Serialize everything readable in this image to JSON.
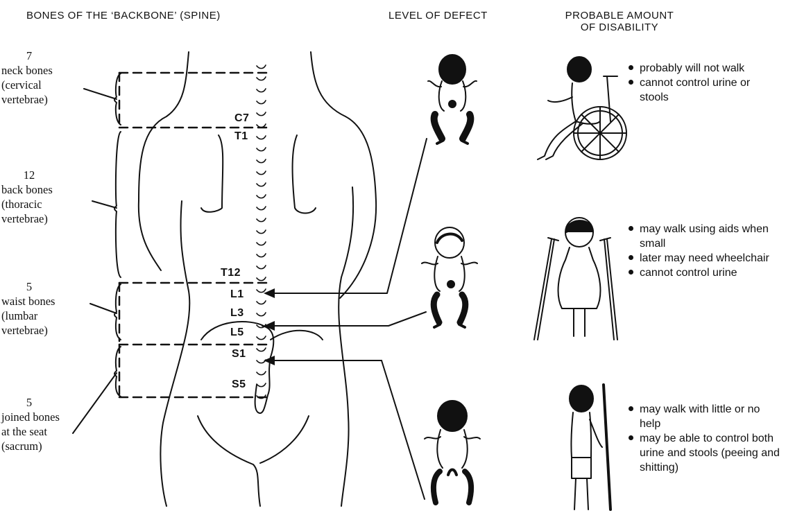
{
  "headers": {
    "bones": "BONES OF THE ‘BACKBONE’ (SPINE)",
    "level": "LEVEL OF DEFECT",
    "disability_line1": "PROBABLE AMOUNT",
    "disability_line2": "OF DISABILITY"
  },
  "spine_regions": [
    {
      "count": "7",
      "lines": [
        "neck bones",
        "(cervical",
        "vertebrae)"
      ]
    },
    {
      "count": "12",
      "lines": [
        "back bones",
        "(thoracic",
        "vertebrae)"
      ]
    },
    {
      "count": "5",
      "lines": [
        "waist bones",
        "(lumbar",
        "vertebrae)"
      ]
    },
    {
      "count": "5",
      "lines": [
        "joined bones",
        "at the seat",
        "(sacrum)"
      ]
    }
  ],
  "vertebra_labels": [
    "C7",
    "T1",
    "T12",
    "L1",
    "L3",
    "L5",
    "S1",
    "S5"
  ],
  "disabilities": [
    {
      "items": [
        "probably will not walk",
        "cannot control urine or stools"
      ]
    },
    {
      "items": [
        "may walk using aids when small",
        "later may need wheelchair",
        "cannot control urine"
      ]
    },
    {
      "items": [
        "may walk with little or no help",
        "may be able to control both urine and stools (peeing and shitting)"
      ]
    }
  ],
  "illustrations": {
    "baby_1": "baby-back-view-icon",
    "baby_2": "baby-back-view-icon",
    "baby_3": "baby-back-view-icon",
    "child_wheelchair": "child-in-wheelchair-icon",
    "child_crutches": "child-with-crutches-icon",
    "child_stick": "child-with-walking-stick-icon"
  },
  "colors": {
    "ink": "#111111",
    "background": "#ffffff"
  }
}
